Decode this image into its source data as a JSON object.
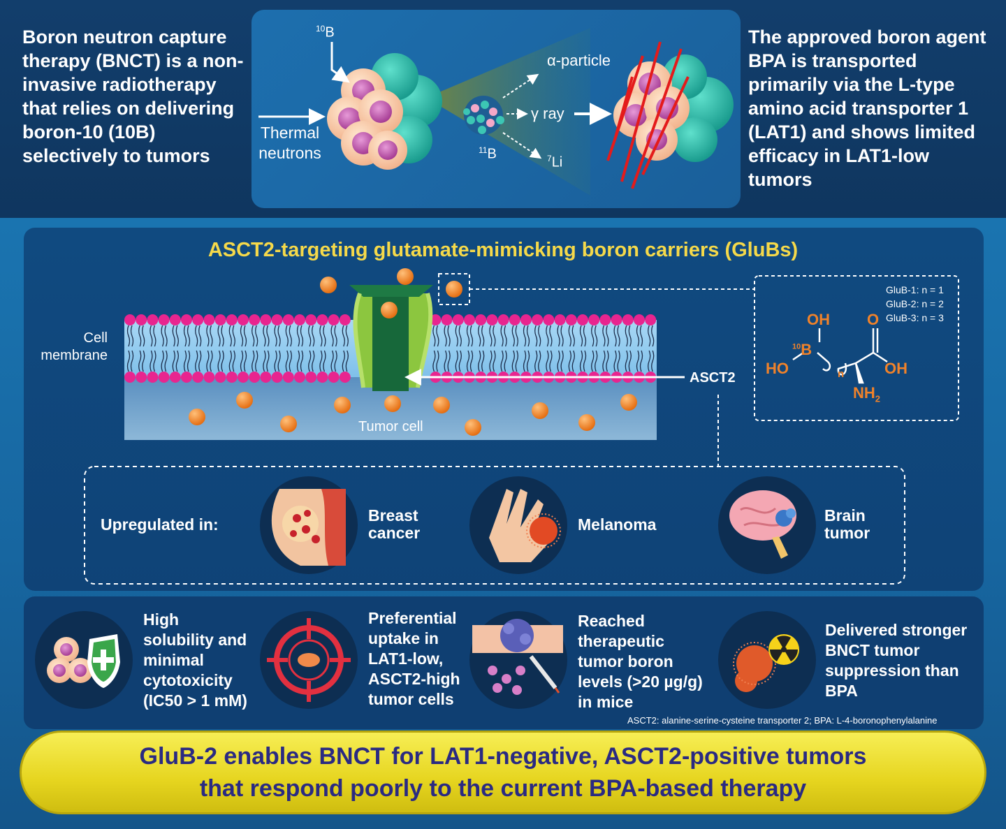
{
  "top": {
    "left_text": "Boron neutron capture therapy (BNCT) is a non-invasive radiotherapy that relies on delivering boron-10 (10B) selectively to tumors",
    "right_text": "The approved boron agent BPA is transported primarily via the L-type amino acid transporter 1 (LAT1) and shows limited efficacy in LAT1-low tumors"
  },
  "bnct_diagram": {
    "boron_label_sup": "10",
    "boron_label": "B",
    "neutrons_line1": "Thermal",
    "neutrons_line2": "neutrons",
    "alpha": "α-particle",
    "gamma": "γ ray",
    "b11_sup": "11",
    "b11": "B",
    "li7_sup": "7",
    "li7": "Li"
  },
  "glubs": {
    "title": "ASCT2-targeting glutamate-mimicking boron carriers (GluBs)",
    "membrane_line1": "Cell",
    "membrane_line2": "membrane",
    "transporter": "ASCT2",
    "cell": "Tumor cell",
    "variants": [
      "GluB-1: n = 1",
      "GluB-2: n = 2",
      "GluB-3: n = 3"
    ],
    "structure": {
      "oh_top": "OH",
      "o_top": "O",
      "boron_sup": "10",
      "boron": "B",
      "ho": "HO",
      "n": "n",
      "oh_right": "OH",
      "nh2": "NH",
      "nh2_sub": "2"
    }
  },
  "upregulated": {
    "label": "Upregulated in:",
    "items": [
      {
        "line1": "Breast",
        "line2": "cancer",
        "icon": "breast-cancer-icon"
      },
      {
        "line1": "Melanoma",
        "line2": "",
        "icon": "melanoma-icon"
      },
      {
        "line1": "Brain",
        "line2": "tumor",
        "icon": "brain-tumor-icon"
      }
    ]
  },
  "benefits": [
    {
      "lines": [
        "High",
        "solubility and",
        "minimal",
        "cytotoxicity",
        "(IC50 > 1 mM)"
      ],
      "icon": "shield-cells-icon"
    },
    {
      "lines": [
        "Preferential",
        "uptake in",
        "LAT1-low,",
        "ASCT2-high",
        "tumor cells"
      ],
      "icon": "target-icon"
    },
    {
      "lines": [
        "Reached",
        "therapeutic",
        "tumor boron",
        "levels (>20 µg/g)",
        "in mice"
      ],
      "icon": "tissue-injection-icon"
    },
    {
      "lines": [
        "Delivered stronger",
        "BNCT tumor",
        "suppression than",
        "BPA"
      ],
      "icon": "radiation-tumor-icon"
    }
  ],
  "footnote": "ASCT2: alanine-serine-cysteine transporter 2; BPA: L-4-boronophenylalanine",
  "banner": {
    "line1": "GluB-2 enables BNCT for LAT1-negative, ASCT2-positive tumors",
    "line2": "that respond poorly to the current BPA-based therapy"
  },
  "colors": {
    "title_yellow": "#f5d94a",
    "orange": "#f0822a",
    "membrane_pink": "#e8258f",
    "transporter_green": "#8cc63f",
    "cell_teal": "#3cc6b4",
    "banner_yellow": "#eddc2a",
    "banner_text": "#2a2a82"
  }
}
